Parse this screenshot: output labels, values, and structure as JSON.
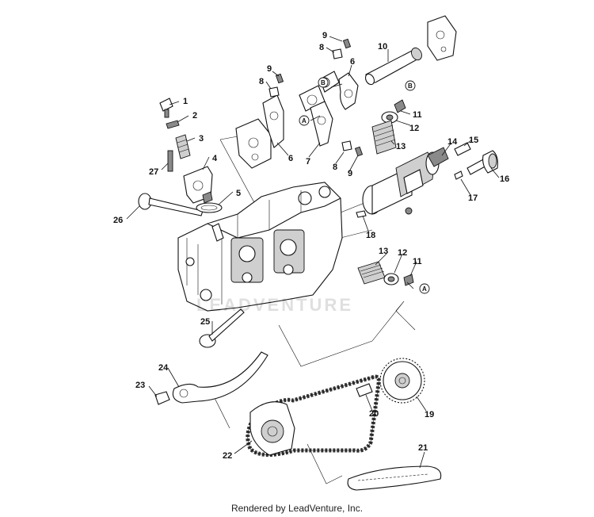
{
  "diagram": {
    "callouts": [
      "1",
      "2",
      "3",
      "4",
      "5",
      "6",
      "7",
      "8",
      "9",
      "10",
      "11",
      "12",
      "13",
      "14",
      "15",
      "16",
      "17",
      "18",
      "19",
      "20",
      "21",
      "22",
      "23",
      "24",
      "25",
      "26",
      "27"
    ],
    "ref_letters": {
      "a": "A",
      "b": "B"
    }
  },
  "watermark": "LEADVENTURE",
  "footer": "Rendered by LeadVenture, Inc."
}
